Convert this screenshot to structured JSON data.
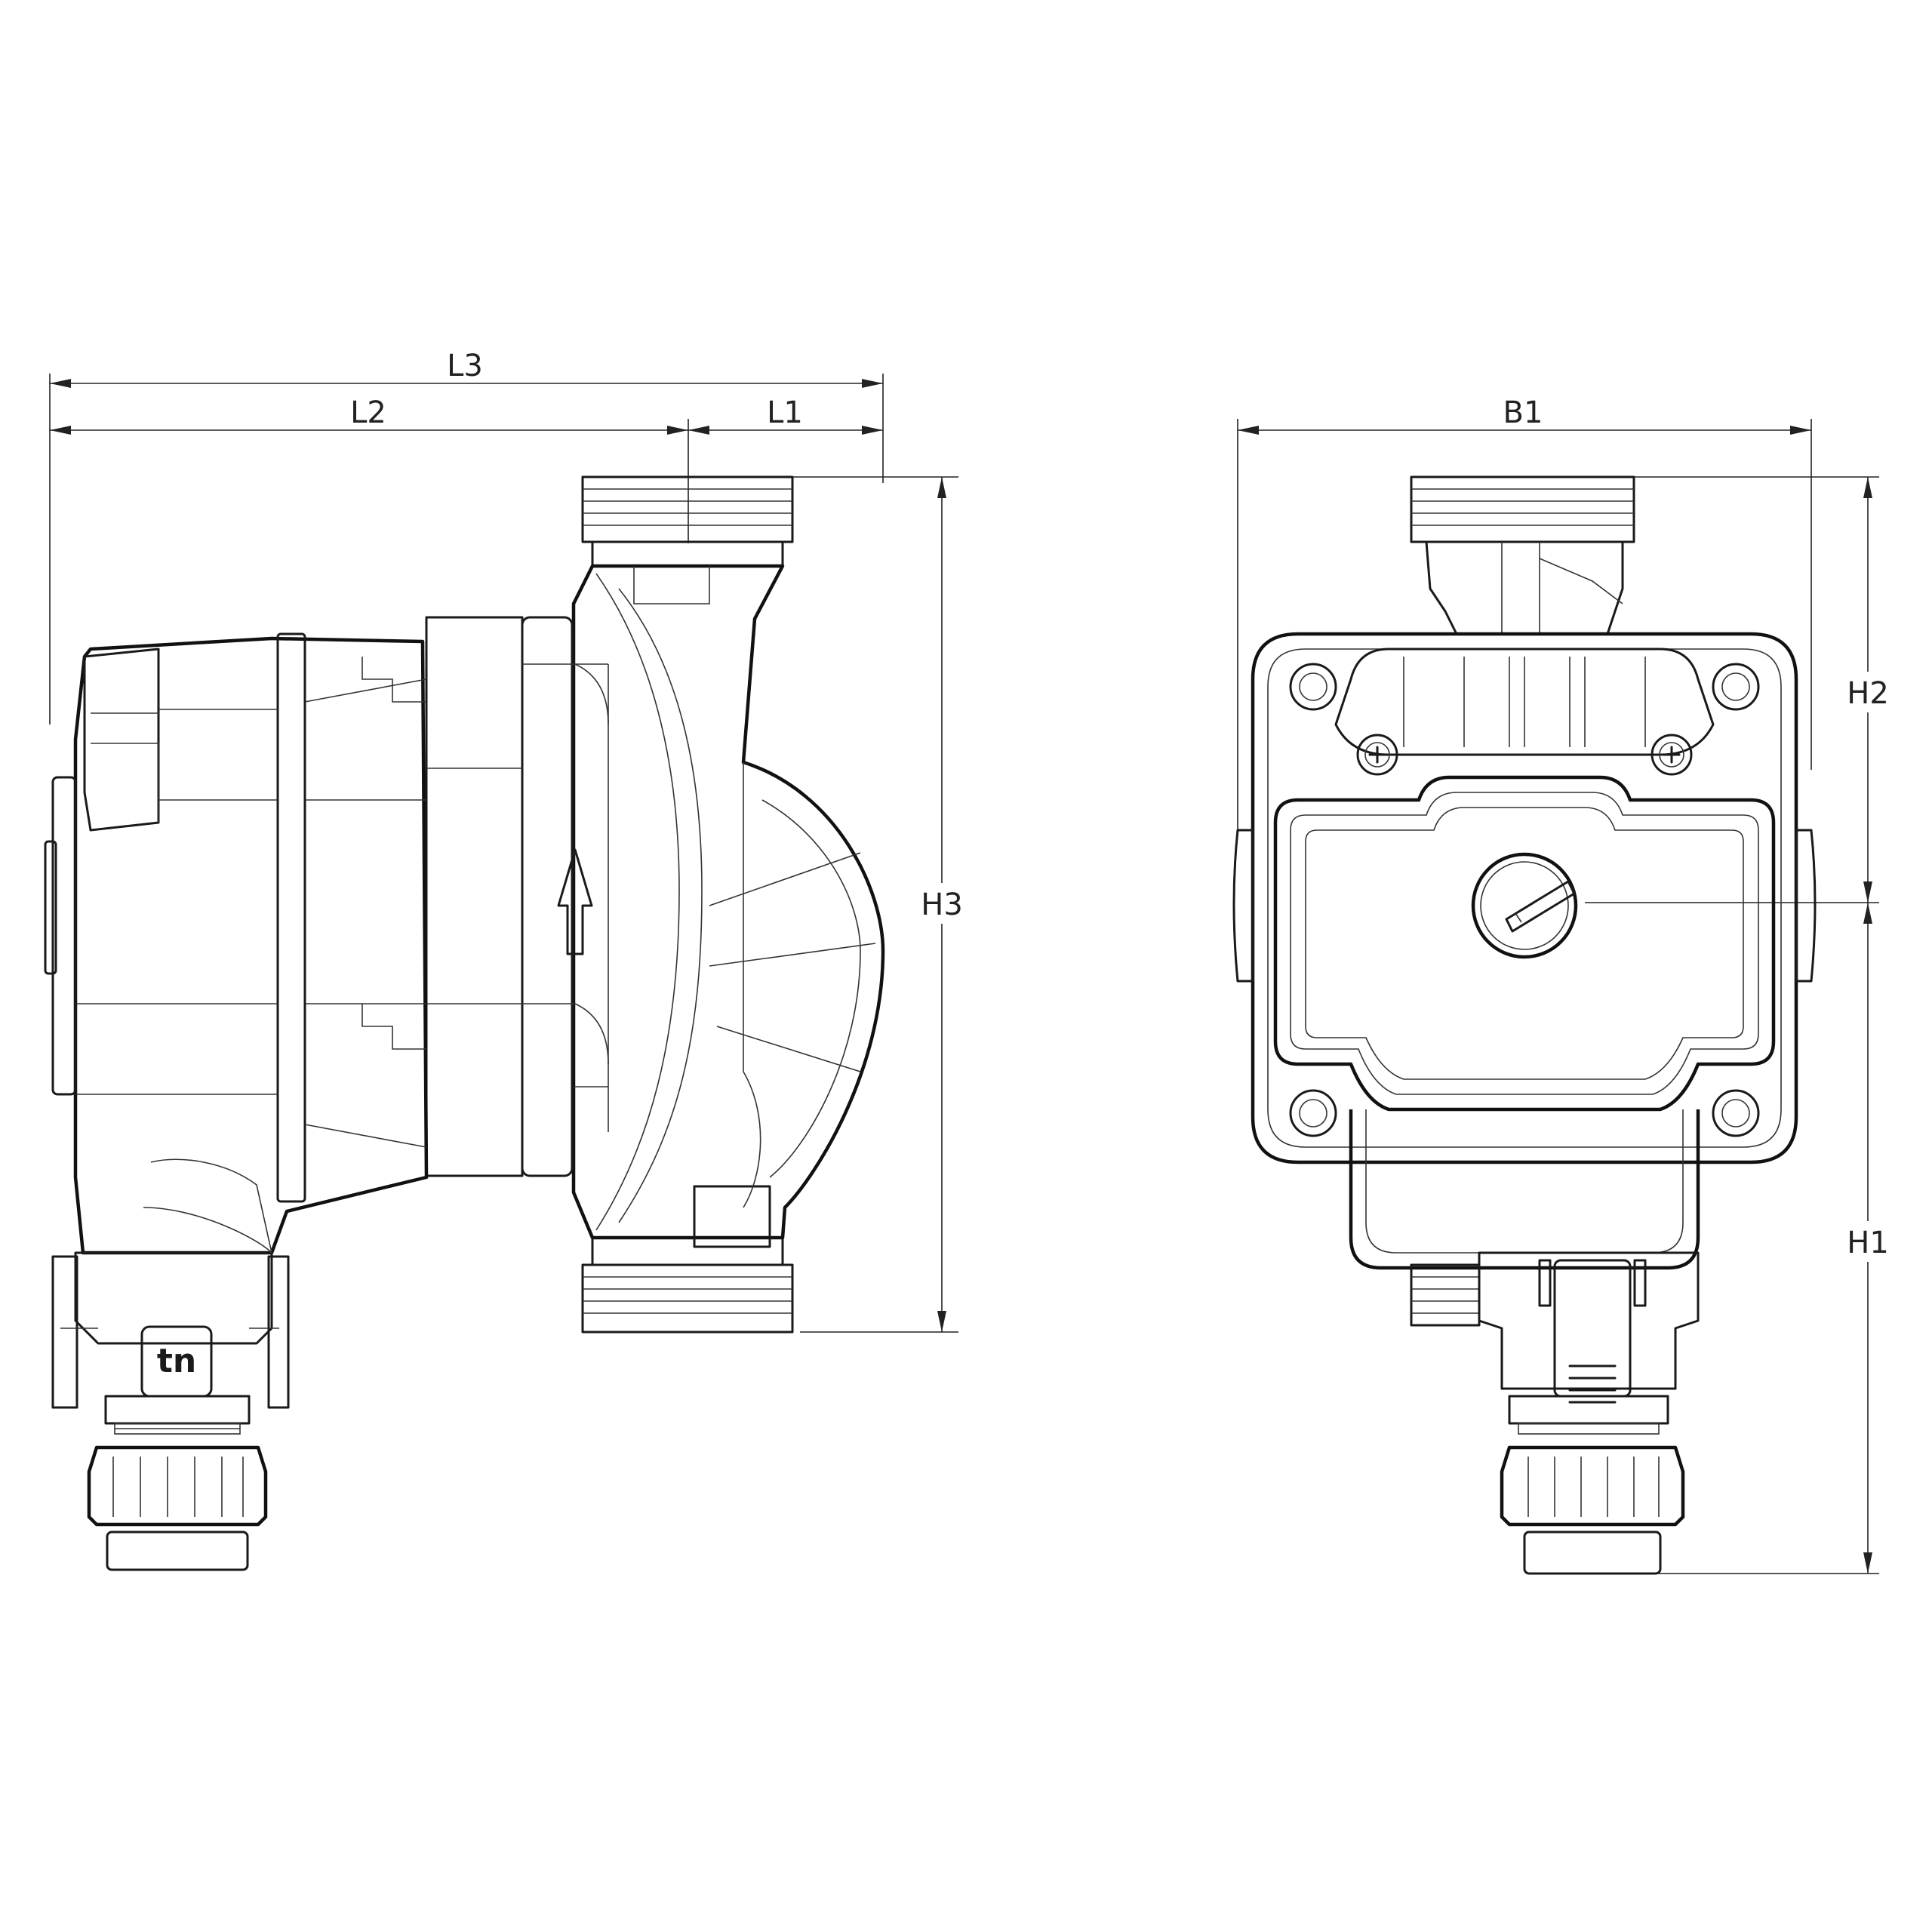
{
  "dimensions": {
    "l3": "L3",
    "l2": "L2",
    "l1": "L1",
    "b1": "B1",
    "h1": "H1",
    "h2": "H2",
    "h3": "H3"
  },
  "logo_text": "tn",
  "colors": {
    "line": "#1a1a1a",
    "background": "#ffffff"
  }
}
